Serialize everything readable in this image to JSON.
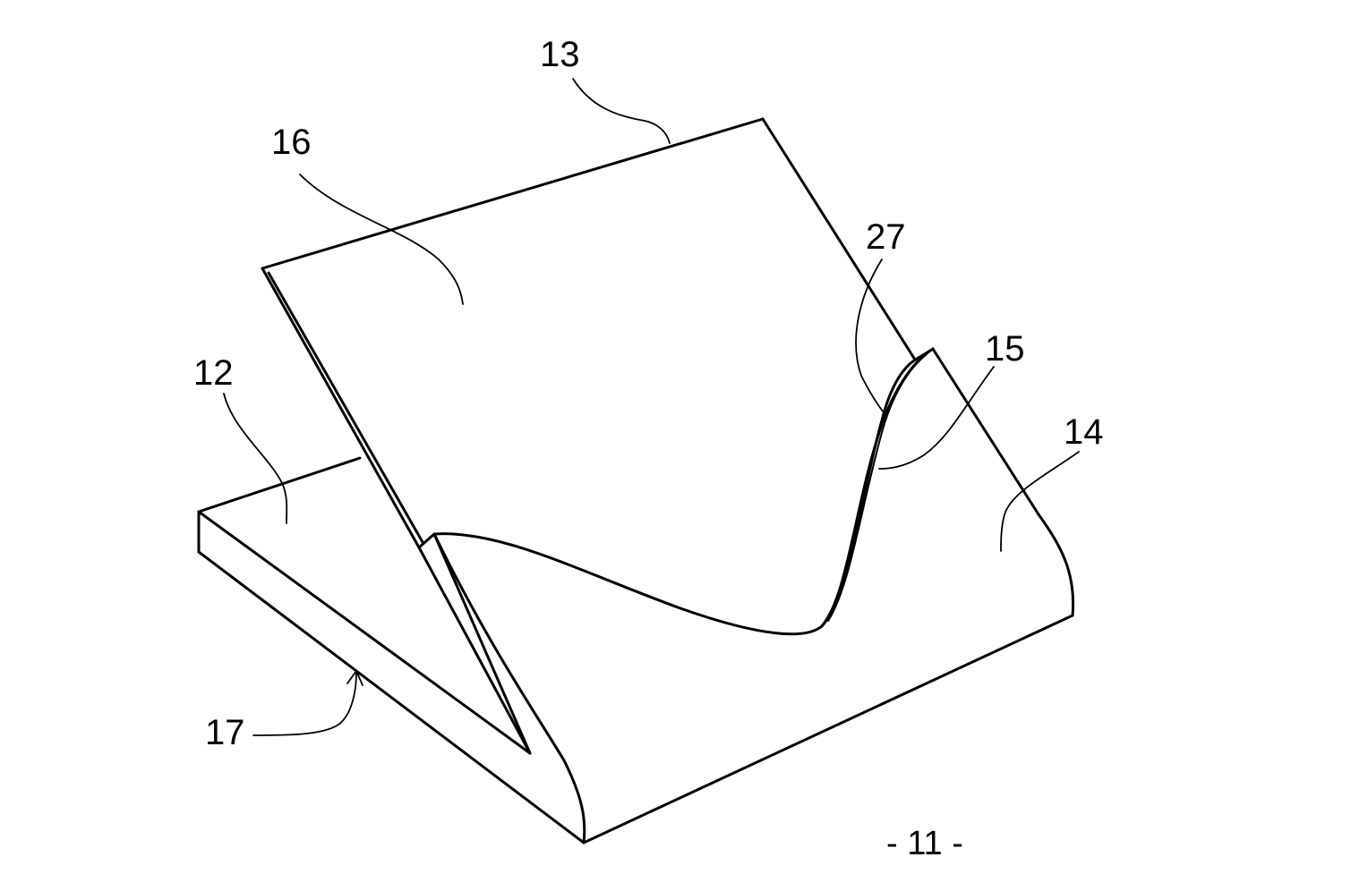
{
  "figure": {
    "reference_labels": {
      "label_12": "12",
      "label_13": "13",
      "label_14": "14",
      "label_15": "15",
      "label_16": "16",
      "label_17": "17",
      "label_27": "27"
    },
    "page_number": "- 11 -"
  }
}
